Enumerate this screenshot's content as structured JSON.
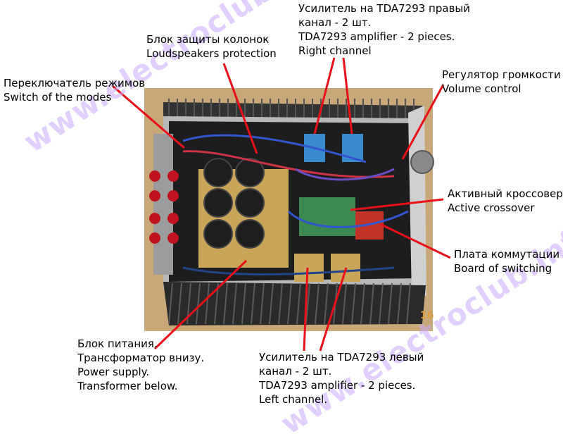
{
  "labels": {
    "switch_modes": [
      "Переключатель режимов",
      "Switch of the modes"
    ],
    "speaker_protection": [
      "Блок защиты колонок",
      "Loudspeakers protection"
    ],
    "amp_right": [
      "Усилитель на TDA7293 правый",
      "канал - 2 шт.",
      "TDA7293 amplifier - 2 pieces.",
      "Right channel"
    ],
    "volume_control": [
      "Регулятор громкости",
      "Volume control"
    ],
    "active_crossover": [
      "Активный кроссовер",
      "Active crossover"
    ],
    "switch_board": [
      "Плата коммутации",
      "Board of switching"
    ],
    "power_supply": [
      "Блок питания.",
      "Трансформатор внизу.",
      "Power supply.",
      "Transformer below."
    ],
    "amp_left": [
      "Усилитель на TDA7293 левый",
      "канал - 2 шт.",
      "TDA7293 amplifier - 2 pieces.",
      "Left channel."
    ]
  },
  "watermark": [
    "www.electroclub.info",
    "www.electroclub.info"
  ],
  "photo_number": "16",
  "colors": {
    "leader_line": "#e8101a",
    "chassis_silver": "#b9b9b9",
    "heatsink_dark": "#2a2a2a",
    "pcb_green": "#3c8a52",
    "pcb_red": "#c23328",
    "capacitor": "#1e1e1e",
    "board_yellow": "#c9a55a",
    "watermark": "#c8aaff"
  }
}
